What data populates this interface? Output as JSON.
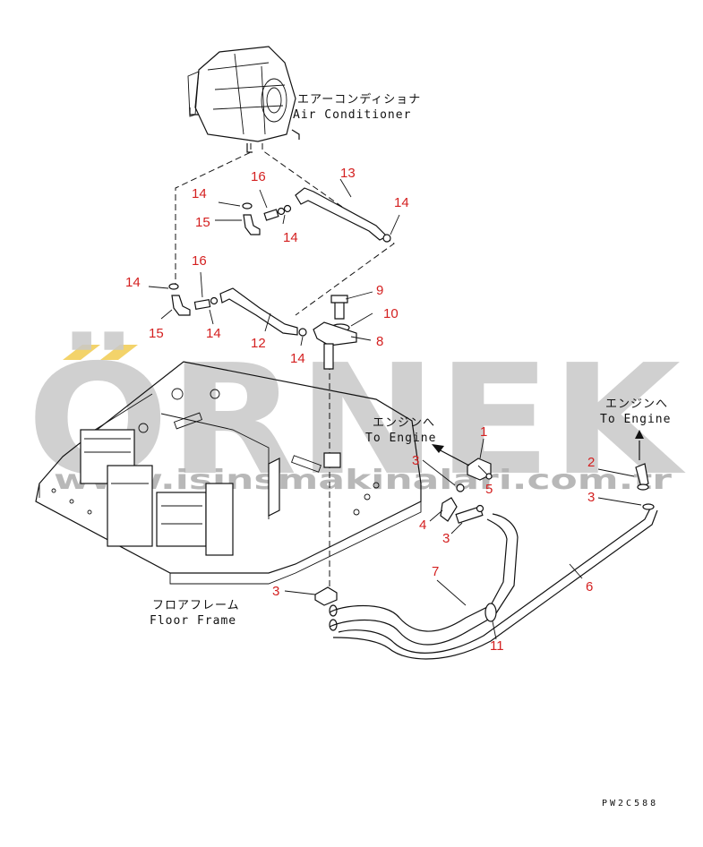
{
  "watermark": {
    "text": "ÖRNEK",
    "url": "www.isinsmakinalari.com.tr",
    "color": "#c8c8c8",
    "accent": "#f3d36a"
  },
  "labels": {
    "ac_jp": "エアーコンディショナ",
    "ac_en": "Air Conditioner",
    "engine1_jp": "エンジンへ",
    "engine1_en": "To Engine",
    "engine2_jp": "エンジンへ",
    "engine2_en": "To Engine",
    "floor_jp": "フロアフレーム",
    "floor_en": "Floor Frame"
  },
  "drawing_code": "PW2C588",
  "part_numbers": {
    "n1": "1",
    "n2": "2",
    "n3a": "3",
    "n3b": "3",
    "n3c": "3",
    "n3d": "3",
    "n4": "4",
    "n5": "5",
    "n6": "6",
    "n7": "7",
    "n8": "8",
    "n9": "9",
    "n10": "10",
    "n11": "11",
    "n12": "12",
    "n13": "13",
    "n14a": "14",
    "n14b": "14",
    "n14c": "14",
    "n14d": "14",
    "n14e": "14",
    "n14f": "14",
    "n15a": "15",
    "n15b": "15",
    "n16a": "16",
    "n16b": "16"
  },
  "colors": {
    "callout": "#d42020",
    "line": "#111111"
  }
}
